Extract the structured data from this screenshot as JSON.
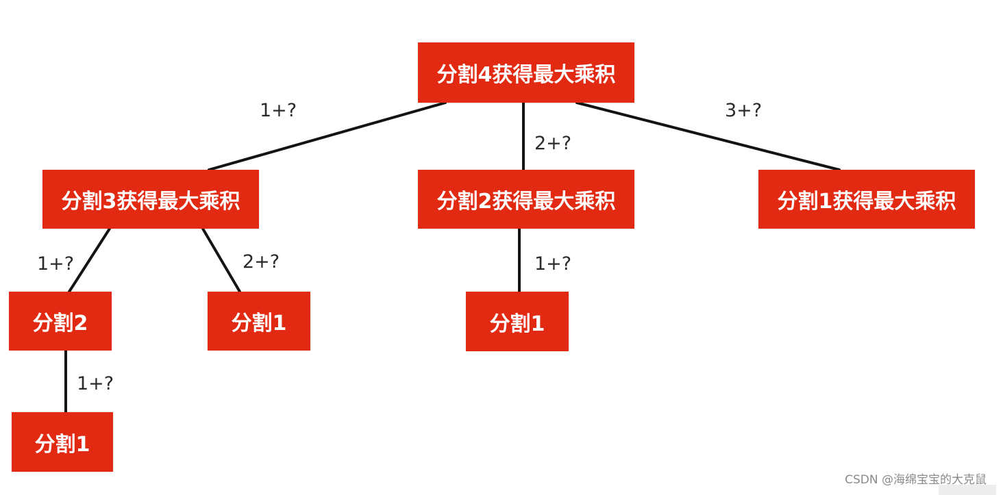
{
  "diagram": {
    "nodes": {
      "root": "分割4获得最大乘积",
      "split3": "分割3获得最大乘积",
      "split2max": "分割2获得最大乘积",
      "split1max": "分割1获得最大乘积",
      "split3_child_split2": "分割2",
      "split3_child_split1": "分割1",
      "split2_child_split1": "分割1",
      "split2_leaf_split1": "分割1"
    },
    "edge_labels": {
      "root_left": "1+?",
      "root_middle": "2+?",
      "root_right": "3+?",
      "split3_left": "1+?",
      "split3_right": "2+?",
      "split2max_down": "1+?",
      "split2_down": "1+?"
    }
  },
  "watermark": {
    "text": "CSDN @海绵宝宝的大克鼠"
  },
  "colors": {
    "node_fill": "#e22a12",
    "node_text": "#ffffff",
    "edge": "#141414"
  }
}
